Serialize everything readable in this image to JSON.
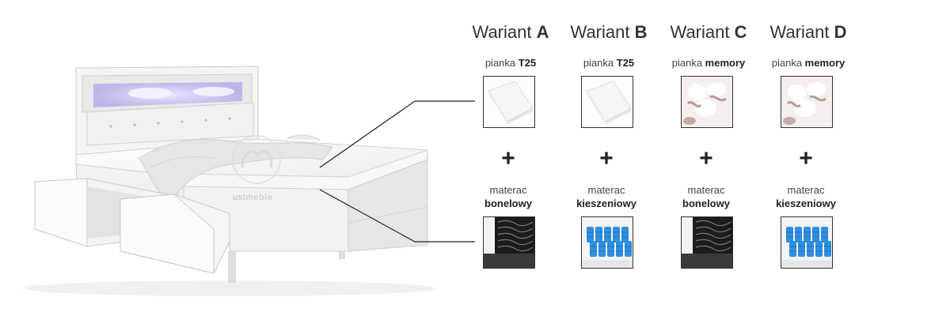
{
  "variants": [
    {
      "title_prefix": "Wariant",
      "letter": "A",
      "foam_prefix": "pianka",
      "foam_type": "T25",
      "foam_icon": "t25-foam-icon",
      "mattress_prefix": "materac",
      "mattress_type": "bonelowy",
      "mattress_icon": "bonnell-spring-icon"
    },
    {
      "title_prefix": "Wariant",
      "letter": "B",
      "foam_prefix": "pianka",
      "foam_type": "T25",
      "foam_icon": "t25-foam-icon",
      "mattress_prefix": "materac",
      "mattress_type": "kieszeniowy",
      "mattress_icon": "pocket-spring-icon"
    },
    {
      "title_prefix": "Wariant",
      "letter": "C",
      "foam_prefix": "pianka",
      "foam_type": "memory",
      "foam_icon": "memory-foam-icon",
      "mattress_prefix": "materac",
      "mattress_type": "bonelowy",
      "mattress_icon": "bonnell-spring-icon"
    },
    {
      "title_prefix": "Wariant",
      "letter": "D",
      "foam_prefix": "pianka",
      "foam_type": "memory",
      "foam_icon": "memory-foam-icon",
      "mattress_prefix": "materac",
      "mattress_type": "kieszeniowy",
      "mattress_icon": "pocket-spring-icon"
    }
  ],
  "plus_sign": "+",
  "logo": {
    "prefix": "ust",
    "suffix": "meble"
  },
  "colors": {
    "pocket_spring": "#2f8fe0",
    "bonnell_dark": "#1c1c1c",
    "memory_foam_tint": "#b89a94",
    "bed_shadow": "#d9d9d9",
    "headboard_led": "#c9c4ff"
  }
}
